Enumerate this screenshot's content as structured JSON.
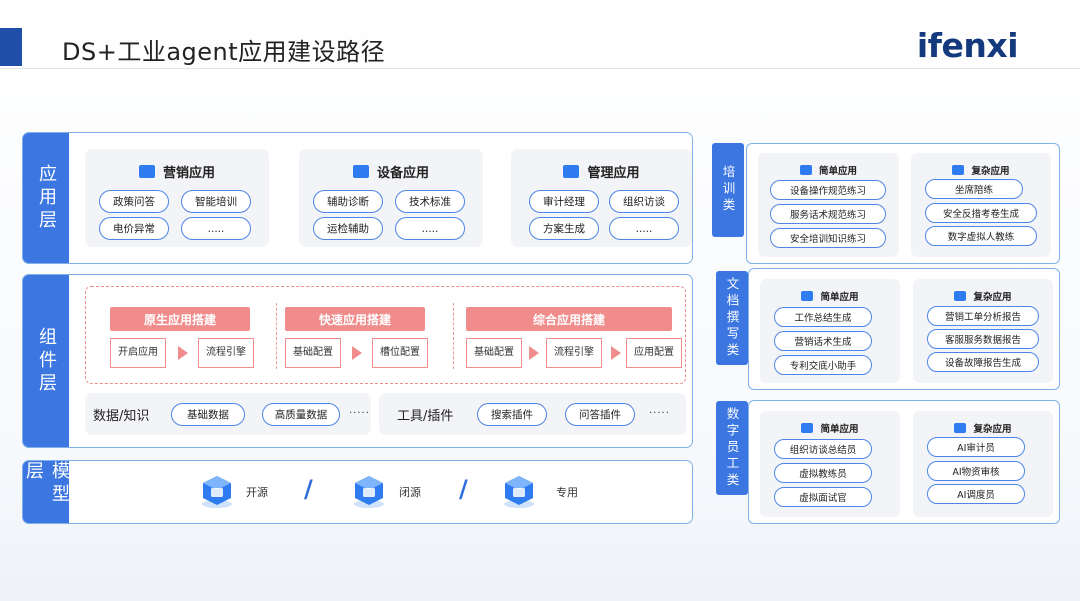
{
  "header": {
    "title": "DS+工业agent应用建设路径",
    "logo": "ifenxi"
  },
  "app_layer": {
    "label": "应用层",
    "cards": [
      {
        "title": "营销应用",
        "items": [
          "政策问答",
          "智能培训",
          "电价异常",
          "....."
        ]
      },
      {
        "title": "设备应用",
        "items": [
          "辅助诊断",
          "技术标准",
          "运检辅助",
          "....."
        ]
      },
      {
        "title": "管理应用",
        "items": [
          "审计经理",
          "组织访谈",
          "方案生成",
          "....."
        ]
      }
    ]
  },
  "component_layer": {
    "label": "组件层",
    "builds": [
      {
        "title": "原生应用搭建",
        "steps": [
          "开启应用",
          "流程引擎"
        ]
      },
      {
        "title": "快速应用搭建",
        "steps": [
          "基础配置",
          "槽位配置"
        ]
      },
      {
        "title": "综合应用搭建",
        "steps": [
          "基础配置",
          "流程引擎",
          "应用配置"
        ]
      }
    ],
    "data_row": {
      "label": "数据/知识",
      "items": [
        "基础数据",
        "高质量数据"
      ],
      "more": "....."
    },
    "tools_row": {
      "label": "工具/插件",
      "items": [
        "搜索插件",
        "问答插件"
      ],
      "more": "....."
    }
  },
  "model_layer": {
    "label": "模型层",
    "items": [
      "开源",
      "闭源",
      "专用"
    ],
    "separator": "/"
  },
  "right_panels": [
    {
      "label": "培训类",
      "simple": {
        "title": "简单应用",
        "items": [
          "设备操作规范练习",
          "服务话术规范练习",
          "安全培训知识练习"
        ]
      },
      "complex": {
        "title": "复杂应用",
        "items": [
          "坐席陪练",
          "安全反措考卷生成",
          "数字虚拟人教练"
        ]
      }
    },
    {
      "label": "文档撰写类",
      "simple": {
        "title": "简单应用",
        "items": [
          "工作总结生成",
          "营销话术生成",
          "专利交底小助手"
        ]
      },
      "complex": {
        "title": "复杂应用",
        "items": [
          "营销工单分析报告",
          "客服服务数据报告",
          "设备故障报告生成"
        ]
      }
    },
    {
      "label": "数字员工类",
      "simple": {
        "title": "简单应用",
        "items": [
          "组织访谈总结员",
          "虚拟教练员",
          "虚拟面试官"
        ]
      },
      "complex": {
        "title": "复杂应用",
        "items": [
          "AI审计员",
          "AI物资审核",
          "AI调度员"
        ]
      }
    }
  ],
  "colors": {
    "primary": "#3b76e1",
    "border": "#7fb0ea",
    "accent_red": "#f08c8c",
    "title_mark": "#1f4fa8"
  }
}
